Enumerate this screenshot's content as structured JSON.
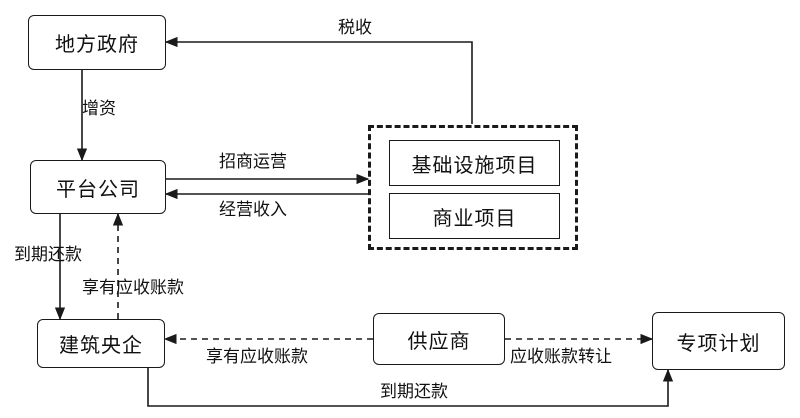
{
  "nodes": {
    "local_government": "地方政府",
    "platform_company": "平台公司",
    "infrastructure_project": "基础设施项目",
    "commercial_project": "商业项目",
    "central_soe_builder": "建筑央企",
    "supplier": "供应商",
    "special_plan": "专项计划"
  },
  "edges": {
    "tax": "税收",
    "capital_injection": "增资",
    "investment_operation": "招商运营",
    "operating_income": "经营收入",
    "repay_platform": "到期还款",
    "receivables_builder": "享有应收账款",
    "receivables_supplier": "享有应收账款",
    "receivables_transfer": "应收账款转让",
    "repay_builder": "到期还款"
  },
  "colors": {
    "line": "#1a1a1a",
    "background": "#ffffff"
  }
}
